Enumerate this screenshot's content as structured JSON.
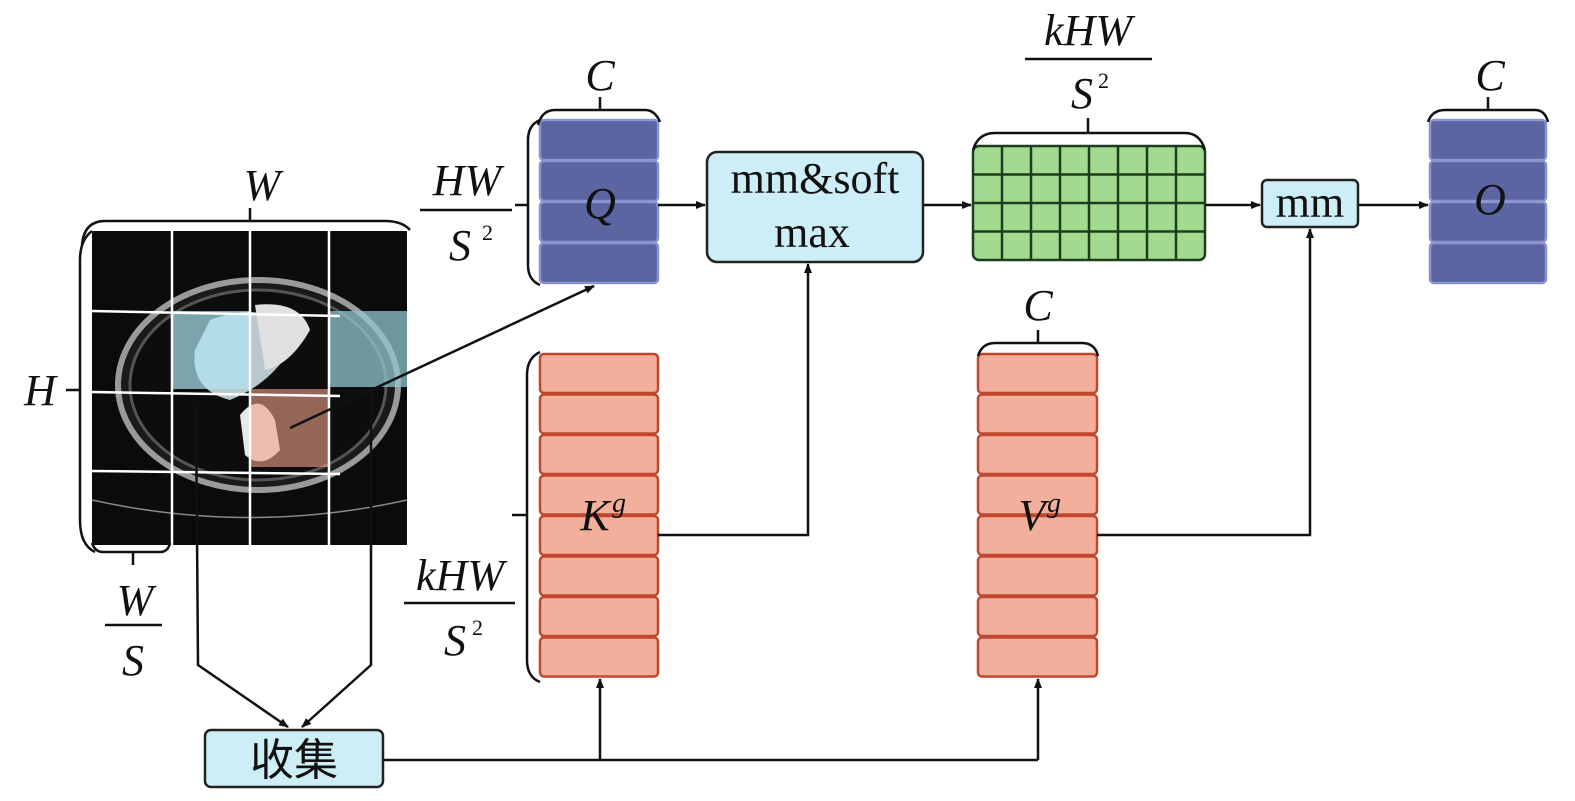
{
  "labels": {
    "W": "W",
    "H": "H",
    "W_over_S_num": "W",
    "W_over_S_den": "S",
    "Q": "Q",
    "K": "K",
    "K_sup": "g",
    "V": "V",
    "V_sup": "g",
    "O": "O",
    "C_q": "C",
    "C_v": "C",
    "C_o": "C",
    "HW_num": "HW",
    "HW_den": "S",
    "HW_den_sup": "2",
    "kHW_num_left": "kHW",
    "kHW_den_left": "S",
    "kHW_den_left_sup": "2",
    "kHW_num_top": "kHW",
    "kHW_den_top": "S",
    "kHW_den_top_sup": "2",
    "softmax_line1": "mm&soft",
    "softmax_line2": "max",
    "mm": "mm",
    "gather": "收集"
  },
  "colors": {
    "query_block": "#5c64a2",
    "key_value_block": "#f2b09c",
    "attention_map": "#a2db8f",
    "op_box": "#cdeef6"
  }
}
